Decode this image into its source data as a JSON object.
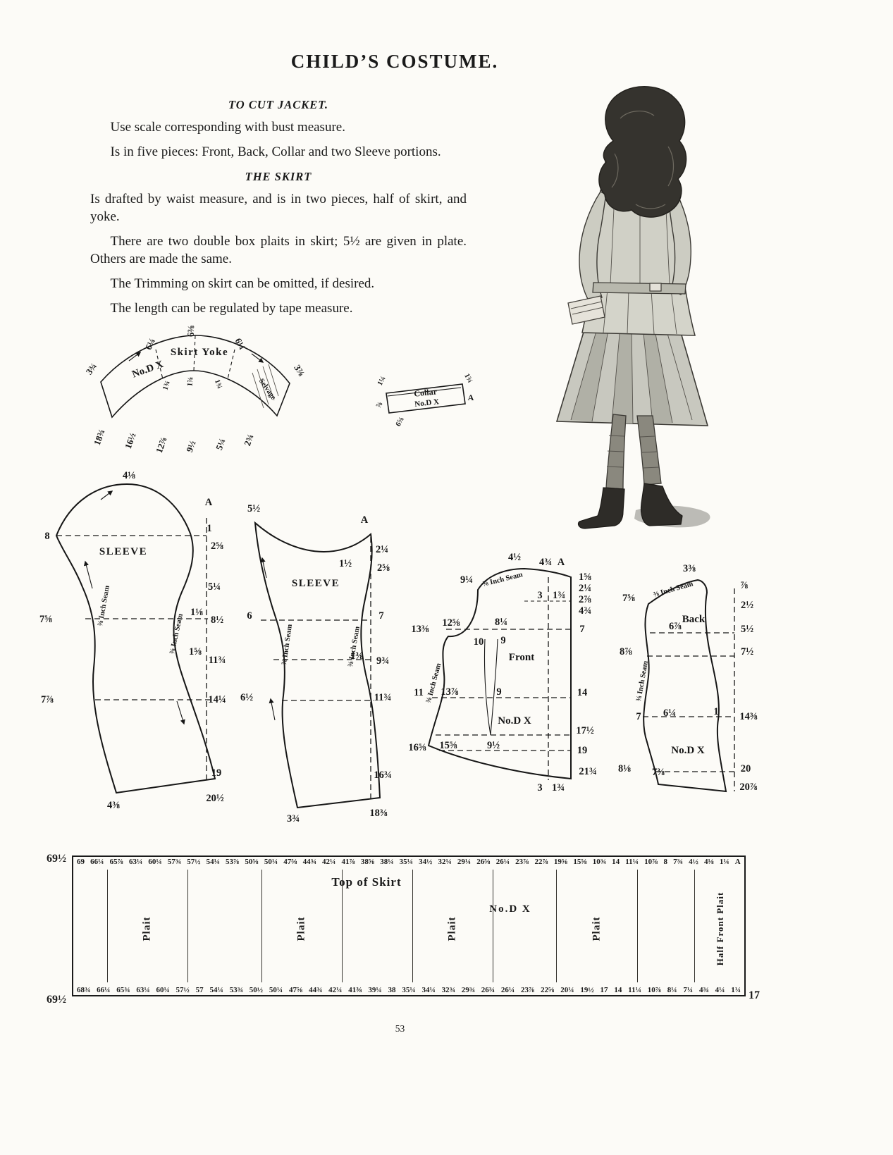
{
  "page": {
    "title": "CHILD’S COSTUME.",
    "page_number": "53"
  },
  "instructions": {
    "jacket_heading": "TO CUT JACKET.",
    "jacket_p1": "Use scale corresponding with bust measure.",
    "jacket_p2": "Is in five pieces: Front, Back, Collar and two Sleeve portions.",
    "skirt_heading": "THE SKIRT",
    "skirt_p1": "Is drafted by waist measure, and is in two pieces, half of skirt, and yoke.",
    "skirt_p2": "There are two double box plaits in skirt; 5½ are given in plate.  Others are made the same.",
    "skirt_p3": "The Trimming on skirt can be omitted, if desired.",
    "skirt_p4": "The length can be regulated by tape measure.",
    "p2_runover": "portions."
  },
  "yoke": {
    "no_label": "No.D X",
    "title": "Skirt Yoke",
    "selvage": "Selvage",
    "top_left": "3¾",
    "top_a": "6¼",
    "top_b": "6⅜",
    "top_c": "6¼",
    "top_right": "3⅞",
    "inner_a": "1¾",
    "inner_b": "1⅞",
    "inner_c": "1¾",
    "bottom_numbers": [
      "18¾",
      "16½",
      "12⅞",
      "9½",
      "5¼",
      "2¾"
    ]
  },
  "collar": {
    "title": "Collar",
    "no_label": "No.D X",
    "left_top": "1¼",
    "right_top": "1¾",
    "left": "⅞",
    "bottom": "6⅝",
    "corner": "A"
  },
  "sleeve_upper": {
    "title": "SLEEVE",
    "top": "4⅛",
    "corner": "A",
    "seam_label": "⅜ Inch Seam",
    "left": [
      "8",
      "7⅝",
      "7⅞",
      "4⅜"
    ],
    "right": [
      "1",
      "2⅝",
      "5¼",
      "1⅛",
      "8½",
      "1⅝",
      "11¾",
      "14¼",
      "19",
      "20½"
    ]
  },
  "sleeve_under": {
    "title": "SLEEVE",
    "top": "5½",
    "corner": "A",
    "seam_label": "⅜ Inch Seam",
    "inner": "1½",
    "left": [
      "6",
      "6½",
      "3¾"
    ],
    "right": [
      "2¼",
      "2⅝",
      "7",
      "1⅜",
      "9¾",
      "11¾",
      "16¾",
      "18⅜"
    ]
  },
  "front": {
    "title": "Front",
    "no_label": "No.D X",
    "seam_label": "⅜ Inch Seam",
    "top": "4½",
    "neck": "9¼",
    "shoulder_a": "4¾",
    "corner": "A",
    "right_top": [
      "1⅝",
      "2¼",
      "2⅞",
      "4¾"
    ],
    "center_a": "3",
    "center_b": "1¾",
    "left_a": "13⅜",
    "left_b": "12⅝",
    "left_c": "8¼",
    "dart_a": "10",
    "dart_b": "9",
    "right_a": "7",
    "left_d": "11",
    "left_e": "13⅞",
    "dart_c": "9",
    "right_b": "14",
    "left_f": "16⅝",
    "left_g": "15⅝",
    "dart_d": "9½",
    "right_c": "17½",
    "right_d": "19",
    "right_e": "21¾",
    "bottom_a": "3",
    "bottom_b": "1¾"
  },
  "back": {
    "title": "Back",
    "no_label": "No.D X",
    "seam_label": "⅜ Inch Seam",
    "top": "3⅜",
    "right": [
      "⅞",
      "2½",
      "5½",
      "7½",
      "1",
      "14⅜",
      "20",
      "20⅞"
    ],
    "left": [
      "7⅝",
      "6⅞",
      "8⅞",
      "7",
      "6¼",
      "8⅛",
      "7⅜"
    ]
  },
  "skirt_plate": {
    "title": "Top of Skirt",
    "no_label": "No.D X",
    "plait": "Plait",
    "half_front_plait": "Half Front Plait",
    "left_top": "69½",
    "left_bottom": "69½",
    "right_bottom": "17",
    "top_numbers": [
      "69",
      "66¼",
      "65⅞",
      "63¼",
      "60¼",
      "57¾",
      "57½",
      "54¼",
      "53⅞",
      "50⅝",
      "50¼",
      "47⅝",
      "44¾",
      "42¼",
      "41⅞",
      "38⅝",
      "38¼",
      "35¼",
      "34½",
      "32¼",
      "29¼",
      "26⅝",
      "26¼",
      "23⅞",
      "22⅞",
      "19⅝",
      "15⅝",
      "10¾",
      "14",
      "11¼",
      "10⅞",
      "8",
      "7¾",
      "4½",
      "4⅛",
      "1¼",
      "A"
    ],
    "bottom_numbers": [
      "68¾",
      "66¼",
      "65¾",
      "63¼",
      "60¼",
      "57½",
      "57",
      "54¼",
      "53¾",
      "50½",
      "50¼",
      "47⅝",
      "44¾",
      "42¼",
      "41⅜",
      "39¼",
      "38",
      "35¼",
      "34¼",
      "32¾",
      "29¾",
      "26¾",
      "26¼",
      "23⅞",
      "22⅝",
      "20¼",
      "19½",
      "17",
      "14",
      "11¼",
      "10⅞",
      "8¼",
      "7¼",
      "4¾",
      "4¼",
      "1¼"
    ]
  }
}
